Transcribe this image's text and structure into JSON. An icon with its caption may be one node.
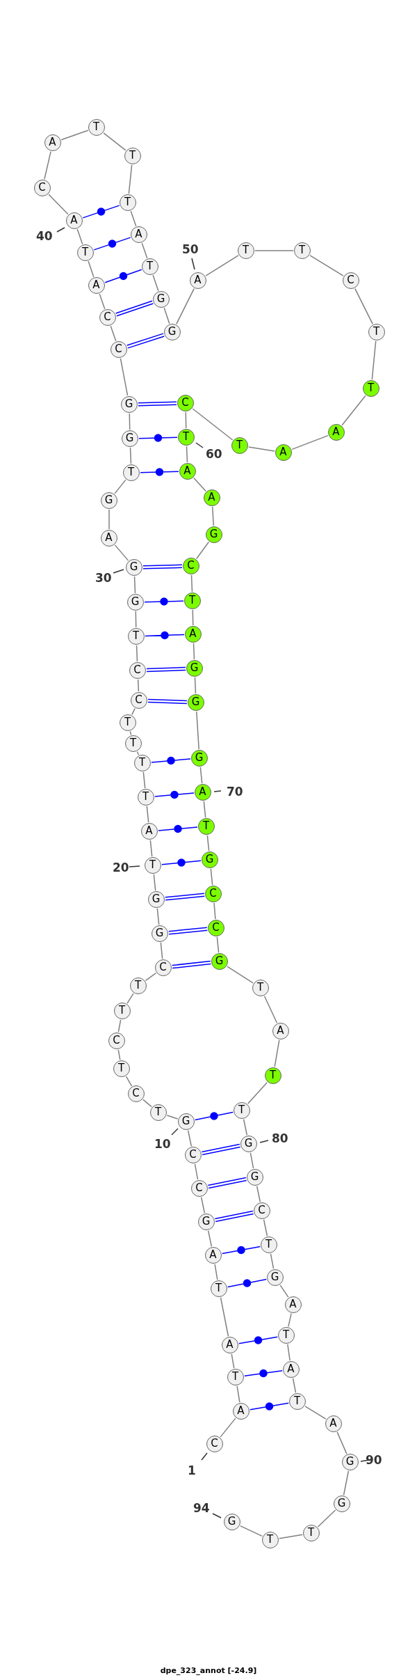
{
  "diagram": {
    "caption": "dpe_323_annot [-24.9]",
    "nodes": [
      {
        "text": [
          "C"
        ],
        "beside": [
          "1"
        ]
      },
      {
        "text": [
          "A"
        ]
      },
      {
        "text": [
          "T"
        ]
      },
      {
        "text": [
          "A"
        ]
      },
      {
        "text": [
          "T"
        ]
      },
      {
        "text": [
          "A"
        ]
      },
      {
        "text": [
          "G"
        ]
      },
      {
        "text": [
          "C"
        ]
      },
      {
        "text": [
          "C"
        ]
      },
      {
        "text": [
          "G"
        ],
        "beside": [
          "10"
        ]
      },
      {
        "text": [
          "T"
        ]
      },
      {
        "text": [
          "C"
        ]
      },
      {
        "text": [
          "T"
        ]
      },
      {
        "text": [
          "C"
        ]
      },
      {
        "text": [
          "T"
        ]
      },
      {
        "text": [
          "T"
        ]
      },
      {
        "text": [
          "C"
        ]
      },
      {
        "text": [
          "G"
        ]
      },
      {
        "text": [
          "G"
        ]
      },
      {
        "text": [
          "T"
        ],
        "beside": [
          "20"
        ]
      },
      {
        "text": [
          "A"
        ]
      },
      {
        "text": [
          "T"
        ]
      },
      {
        "text": [
          "T"
        ]
      },
      {
        "text": [
          "T"
        ]
      },
      {
        "text": [
          "T"
        ]
      },
      {
        "text": [
          "C"
        ]
      },
      {
        "text": [
          "C"
        ]
      },
      {
        "text": [
          "T"
        ]
      },
      {
        "text": [
          "G"
        ]
      },
      {
        "text": [
          "G"
        ],
        "beside": [
          "30"
        ]
      },
      {
        "text": [
          "A"
        ]
      },
      {
        "text": [
          "G"
        ]
      },
      {
        "text": [
          "T"
        ]
      },
      {
        "text": [
          "G"
        ]
      },
      {
        "text": [
          "G"
        ]
      },
      {
        "text": [
          "C"
        ]
      },
      {
        "text": [
          "C"
        ]
      },
      {
        "text": [
          "A"
        ]
      },
      {
        "text": [
          "T"
        ]
      },
      {
        "text": [
          "A"
        ],
        "beside": [
          "40"
        ]
      },
      {
        "text": [
          "C"
        ]
      },
      {
        "text": [
          "A"
        ]
      },
      {
        "text": [
          "T"
        ]
      },
      {
        "text": [
          "T"
        ]
      },
      {
        "text": [
          "T"
        ]
      },
      {
        "text": [
          "A"
        ]
      },
      {
        "text": [
          "T"
        ]
      },
      {
        "text": [
          "G"
        ]
      },
      {
        "text": [
          "G"
        ]
      },
      {
        "text": [
          "A"
        ],
        "beside": [
          "50"
        ]
      },
      {
        "text": [
          "T"
        ]
      },
      {
        "text": [
          "T"
        ]
      },
      {
        "text": [
          "C"
        ]
      },
      {
        "text": [
          "T"
        ]
      },
      {
        "text": [
          "T"
        ]
      },
      {
        "text": [
          "A"
        ]
      },
      {
        "text": [
          "A"
        ]
      },
      {
        "text": [
          "T"
        ]
      },
      {
        "text": [
          "C"
        ]
      },
      {
        "text": [
          "T"
        ],
        "beside": [
          "60"
        ]
      },
      {
        "text": [
          "A"
        ]
      },
      {
        "text": [
          "A"
        ]
      },
      {
        "text": [
          "G"
        ]
      },
      {
        "text": [
          "C"
        ]
      },
      {
        "text": [
          "T"
        ]
      },
      {
        "text": [
          "A"
        ]
      },
      {
        "text": [
          "G"
        ]
      },
      {
        "text": [
          "G"
        ]
      },
      {
        "text": [
          "G"
        ]
      },
      {
        "text": [
          "A"
        ],
        "beside": [
          "70"
        ]
      },
      {
        "text": [
          "T"
        ]
      },
      {
        "text": [
          "G"
        ]
      },
      {
        "text": [
          "C"
        ]
      },
      {
        "text": [
          "C"
        ]
      },
      {
        "text": [
          "G"
        ]
      },
      {
        "text": [
          "T"
        ]
      },
      {
        "text": [
          "A"
        ]
      },
      {
        "text": [
          "T"
        ]
      },
      {
        "text": [
          "T"
        ]
      },
      {
        "text": [
          "G"
        ],
        "beside": [
          "80"
        ]
      },
      {
        "text": [
          "G"
        ]
      },
      {
        "text": [
          "C"
        ]
      },
      {
        "text": [
          "T"
        ]
      },
      {
        "text": [
          "G"
        ]
      },
      {
        "text": [
          "A"
        ]
      },
      {
        "text": [
          "T"
        ]
      },
      {
        "text": [
          "A"
        ]
      },
      {
        "text": [
          "T"
        ]
      },
      {
        "text": [
          "A"
        ]
      },
      {
        "text": [
          "G"
        ],
        "beside": [
          "90"
        ]
      },
      {
        "text": [
          "G"
        ]
      },
      {
        "text": [
          "T"
        ]
      },
      {
        "text": [
          "T"
        ]
      },
      {
        "text": [
          "G"
        ],
        "beside": [
          "94"
        ]
      }
    ],
    "edges": [
      {
        "from": 0,
        "to": 1,
        "arrow": "none"
      },
      {
        "from": 1,
        "to": 2,
        "arrow": "none"
      },
      {
        "from": 2,
        "to": 3,
        "arrow": "none"
      },
      {
        "from": 3,
        "to": 4,
        "arrow": "none"
      },
      {
        "from": 4,
        "to": 5,
        "arrow": "none"
      },
      {
        "from": 5,
        "to": 6,
        "arrow": "none"
      },
      {
        "from": 6,
        "to": 7,
        "arrow": "none"
      },
      {
        "from": 7,
        "to": 8,
        "arrow": "none"
      },
      {
        "from": 8,
        "to": 9,
        "arrow": "none"
      },
      {
        "from": 9,
        "to": 10,
        "arrow": "none"
      },
      {
        "from": 10,
        "to": 11,
        "arrow": "none"
      },
      {
        "from": 11,
        "to": 12,
        "arrow": "none"
      },
      {
        "from": 12,
        "to": 13,
        "arrow": "none"
      },
      {
        "from": 13,
        "to": 14,
        "arrow": "none"
      },
      {
        "from": 14,
        "to": 15,
        "arrow": "none"
      },
      {
        "from": 15,
        "to": 16,
        "arrow": "none"
      },
      {
        "from": 16,
        "to": 17,
        "arrow": "none"
      },
      {
        "from": 17,
        "to": 18,
        "arrow": "none"
      },
      {
        "from": 18,
        "to": 19,
        "arrow": "none"
      },
      {
        "from": 19,
        "to": 20,
        "arrow": "none"
      },
      {
        "from": 20,
        "to": 21,
        "arrow": "none"
      },
      {
        "from": 21,
        "to": 22,
        "arrow": "none"
      },
      {
        "from": 22,
        "to": 23,
        "arrow": "none"
      },
      {
        "from": 23,
        "to": 24,
        "arrow": "none"
      },
      {
        "from": 24,
        "to": 25,
        "arrow": "none"
      },
      {
        "from": 25,
        "to": 26,
        "arrow": "none"
      },
      {
        "from": 26,
        "to": 27,
        "arrow": "none"
      },
      {
        "from": 27,
        "to": 28,
        "arrow": "none"
      },
      {
        "from": 28,
        "to": 29,
        "arrow": "none"
      },
      {
        "from": 29,
        "to": 30,
        "arrow": "none"
      },
      {
        "from": 30,
        "to": 31,
        "arrow": "none"
      },
      {
        "from": 31,
        "to": 32,
        "arrow": "none"
      },
      {
        "from": 32,
        "to": 33,
        "arrow": "none"
      },
      {
        "from": 33,
        "to": 34,
        "arrow": "none"
      },
      {
        "from": 34,
        "to": 35,
        "arrow": "none"
      },
      {
        "from": 35,
        "to": 36,
        "arrow": "none"
      },
      {
        "from": 36,
        "to": 37,
        "arrow": "none"
      },
      {
        "from": 37,
        "to": 38,
        "arrow": "none"
      },
      {
        "from": 38,
        "to": 39,
        "arrow": "none"
      },
      {
        "from": 39,
        "to": 40,
        "arrow": "none"
      },
      {
        "from": 40,
        "to": 41,
        "arrow": "none"
      },
      {
        "from": 41,
        "to": 42,
        "arrow": "none"
      },
      {
        "from": 42,
        "to": 43,
        "arrow": "none"
      },
      {
        "from": 43,
        "to": 44,
        "arrow": "none"
      },
      {
        "from": 44,
        "to": 45,
        "arrow": "none"
      },
      {
        "from": 45,
        "to": 46,
        "arrow": "none"
      },
      {
        "from": 46,
        "to": 47,
        "arrow": "none"
      },
      {
        "from": 47,
        "to": 48,
        "arrow": "none"
      },
      {
        "from": 48,
        "to": 49,
        "arrow": "none"
      },
      {
        "from": 49,
        "to": 50,
        "arrow": "none"
      },
      {
        "from": 50,
        "to": 51,
        "arrow": "none"
      },
      {
        "from": 51,
        "to": 52,
        "arrow": "none"
      },
      {
        "from": 52,
        "to": 53,
        "arrow": "none"
      },
      {
        "from": 53,
        "to": 54,
        "arrow": "none"
      },
      {
        "from": 54,
        "to": 55,
        "arrow": "none"
      },
      {
        "from": 55,
        "to": 56,
        "arrow": "none"
      },
      {
        "from": 56,
        "to": 57,
        "arrow": "none"
      },
      {
        "from": 57,
        "to": 58,
        "arrow": "none"
      },
      {
        "from": 58,
        "to": 59,
        "arrow": "none"
      },
      {
        "from": 59,
        "to": 60,
        "arrow": "none"
      },
      {
        "from": 60,
        "to": 61,
        "arrow": "none"
      },
      {
        "from": 61,
        "to": 62,
        "arrow": "none"
      },
      {
        "from": 62,
        "to": 63,
        "arrow": "none"
      },
      {
        "from": 63,
        "to": 64,
        "arrow": "none"
      },
      {
        "from": 64,
        "to": 65,
        "arrow": "none"
      },
      {
        "from": 65,
        "to": 66,
        "arrow": "none"
      },
      {
        "from": 66,
        "to": 67,
        "arrow": "none"
      },
      {
        "from": 67,
        "to": 68,
        "arrow": "none"
      },
      {
        "from": 68,
        "to": 69,
        "arrow": "none"
      },
      {
        "from": 69,
        "to": 70,
        "arrow": "none"
      },
      {
        "from": 70,
        "to": 71,
        "arrow": "none"
      },
      {
        "from": 71,
        "to": 72,
        "arrow": "none"
      },
      {
        "from": 72,
        "to": 73,
        "arrow": "none"
      },
      {
        "from": 73,
        "to": 74,
        "arrow": "none"
      },
      {
        "from": 74,
        "to": 75,
        "arrow": "none"
      },
      {
        "from": 75,
        "to": 76,
        "arrow": "none"
      },
      {
        "from": 76,
        "to": 77,
        "arrow": "none"
      },
      {
        "from": 77,
        "to": 78,
        "arrow": "none"
      },
      {
        "from": 78,
        "to": 79,
        "arrow": "none"
      },
      {
        "from": 79,
        "to": 80,
        "arrow": "none"
      },
      {
        "from": 80,
        "to": 81,
        "arrow": "none"
      },
      {
        "from": 81,
        "to": 82,
        "arrow": "none"
      },
      {
        "from": 82,
        "to": 83,
        "arrow": "none"
      },
      {
        "from": 83,
        "to": 84,
        "arrow": "none"
      },
      {
        "from": 84,
        "to": 85,
        "arrow": "none"
      },
      {
        "from": 85,
        "to": 86,
        "arrow": "none"
      },
      {
        "from": 86,
        "to": 87,
        "arrow": "none"
      },
      {
        "from": 87,
        "to": 88,
        "arrow": "none"
      },
      {
        "from": 88,
        "to": 89,
        "arrow": "none"
      },
      {
        "from": 89,
        "to": 90,
        "arrow": "none"
      },
      {
        "from": 90,
        "to": 91,
        "arrow": "none"
      },
      {
        "from": 91,
        "to": 92,
        "arrow": "none"
      },
      {
        "from": 92,
        "to": 93,
        "arrow": "none"
      },
      {
        "from": 1,
        "to": 87,
        "arrow": "none",
        "color": "#0000ff"
      },
      {
        "from": 2,
        "to": 86,
        "arrow": "none",
        "color": "#0000ff"
      },
      {
        "from": 3,
        "to": 85,
        "arrow": "none",
        "color": "#0000ff"
      },
      {
        "from": 4,
        "to": 83,
        "arrow": "none",
        "color": "#0000ff"
      },
      {
        "from": 5,
        "to": 82,
        "arrow": "none",
        "color": "#0000ff"
      },
      {
        "from": 6,
        "to": 81,
        "arrow": "none",
        "color": "#0000ff"
      },
      {
        "from": 7,
        "to": 80,
        "arrow": "none",
        "color": "#0000ff"
      },
      {
        "from": 8,
        "to": 79,
        "arrow": "none",
        "color": "#0000ff"
      },
      {
        "from": 9,
        "to": 78,
        "arrow": "none",
        "color": "#0000ff"
      },
      {
        "from": 16,
        "to": 74,
        "arrow": "none",
        "color": "#0000ff"
      },
      {
        "from": 17,
        "to": 73,
        "arrow": "none",
        "color": "#0000ff"
      },
      {
        "from": 18,
        "to": 72,
        "arrow": "none",
        "color": "#0000ff"
      },
      {
        "from": 19,
        "to": 71,
        "arrow": "none",
        "color": "#0000ff"
      },
      {
        "from": 20,
        "to": 70,
        "arrow": "none",
        "color": "#0000ff"
      },
      {
        "from": 21,
        "to": 69,
        "arrow": "none",
        "color": "#0000ff"
      },
      {
        "from": 22,
        "to": 68,
        "arrow": "none",
        "color": "#0000ff"
      },
      {
        "from": 25,
        "to": 67,
        "arrow": "none",
        "color": "#0000ff"
      },
      {
        "from": 26,
        "to": 66,
        "arrow": "none",
        "color": "#0000ff"
      },
      {
        "from": 27,
        "to": 65,
        "arrow": "none",
        "color": "#0000ff"
      },
      {
        "from": 28,
        "to": 64,
        "arrow": "none",
        "color": "#0000ff"
      },
      {
        "from": 29,
        "to": 63,
        "arrow": "none",
        "color": "#0000ff"
      },
      {
        "from": 32,
        "to": 60,
        "arrow": "none",
        "color": "#0000ff"
      },
      {
        "from": 33,
        "to": 59,
        "arrow": "none",
        "color": "#0000ff"
      },
      {
        "from": 34,
        "to": 58,
        "arrow": "none",
        "color": "#0000ff"
      },
      {
        "from": 35,
        "to": 48,
        "arrow": "none",
        "color": "#0000ff"
      },
      {
        "from": 36,
        "to": 47,
        "arrow": "none",
        "color": "#0000ff"
      },
      {
        "from": 37,
        "to": 46,
        "arrow": "none",
        "color": "#0000ff"
      },
      {
        "from": 38,
        "to": 45,
        "arrow": "none",
        "color": "#0000ff"
      },
      {
        "from": 39,
        "to": 44,
        "arrow": "none",
        "color": "#0000ff"
      }
    ]
  }
}
